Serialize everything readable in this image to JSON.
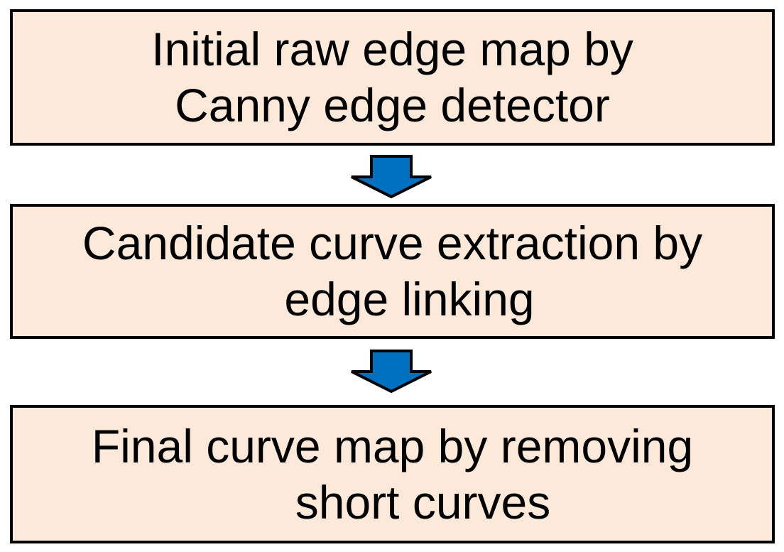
{
  "diagram": {
    "title": "Curve extraction pipeline flowchart",
    "boxes": [
      {
        "name": "initial-raw-edge-map",
        "line1": "Initial raw edge map by",
        "line2": "Canny edge detector"
      },
      {
        "name": "candidate-curve-extraction",
        "line1": "Candidate curve extraction by",
        "line2": "edge linking"
      },
      {
        "name": "final-curve-map",
        "line1": "Final curve map by removing",
        "line2": "short curves"
      }
    ],
    "arrows": [
      {
        "icon": "down-arrow-icon"
      },
      {
        "icon": "down-arrow-icon"
      }
    ],
    "colors": {
      "background": "#FFFFFF",
      "box_fill": "#FDE9D9",
      "box_border": "#000000",
      "text": "#000000",
      "arrow_fill": "#0070C0",
      "arrow_outline": "#000000"
    }
  }
}
